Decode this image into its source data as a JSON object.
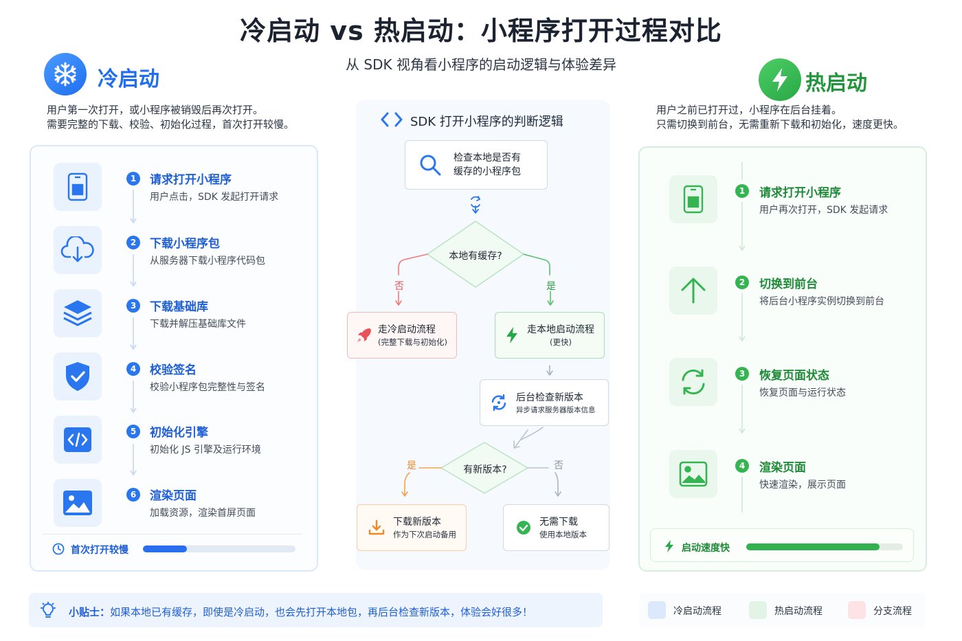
{
  "title": "冷启动 vs 热启动：小程序打开过程对比",
  "subtitle": "从 SDK 视角看小程序的启动逻辑与体验差异",
  "cold": {
    "title": "冷启动",
    "desc_line1": "用户第一次打开，或小程序被销毁后再次打开。",
    "desc_line2": "需要完整的下载、校验、初始化过程，首次打开较慢。",
    "steps": [
      {
        "num": "1",
        "title": "请求打开小程序",
        "desc": "用户点击，SDK 发起打开请求",
        "icon": "phone-icon"
      },
      {
        "num": "2",
        "title": "下载小程序包",
        "desc": "从服务器下载小程序代码包",
        "icon": "cloud-download-icon"
      },
      {
        "num": "3",
        "title": "下载基础库",
        "desc": "下载并解压基础库文件",
        "icon": "layers-icon"
      },
      {
        "num": "4",
        "title": "校验签名",
        "desc": "校验小程序包完整性与签名",
        "icon": "shield-check-icon"
      },
      {
        "num": "5",
        "title": "初始化引擎",
        "desc": "初始化 JS 引擎及运行环境",
        "icon": "code-icon"
      },
      {
        "num": "6",
        "title": "渲染页面",
        "desc": "加载资源，渲染首屏页面",
        "icon": "image-icon"
      }
    ],
    "footer_label": "首次打开较慢",
    "footer_progress": 0.29,
    "color": "#1f6ef0"
  },
  "hot": {
    "title": "热启动",
    "desc_line1": "用户之前已打开过，小程序在后台挂着。",
    "desc_line2": "只需切换到前台，无需重新下载和初始化，速度更快。",
    "steps": [
      {
        "num": "1",
        "title": "请求打开小程序",
        "desc": "用户再次打开，SDK 发起请求",
        "icon": "phone-icon"
      },
      {
        "num": "2",
        "title": "切换到前台",
        "desc": "将后台小程序实例切换到前台",
        "icon": "arrow-up-icon"
      },
      {
        "num": "3",
        "title": "恢复页面状态",
        "desc": "恢复页面与运行状态",
        "icon": "refresh-icon"
      },
      {
        "num": "4",
        "title": "渲染页面",
        "desc": "快速渲染，展示页面",
        "icon": "image-icon"
      }
    ],
    "footer_label": "启动速度快",
    "footer_progress": 0.85,
    "color": "#27a846"
  },
  "flow": {
    "title": "SDK 打开小程序的判断逻辑",
    "check_line1": "检查本地是否有",
    "check_line2": "缓存的小程序包",
    "decision1": "本地有缓存?",
    "no": "否",
    "yes": "是",
    "cold_line1": "走冷启动流程",
    "cold_line2": "(完整下载与初始化)",
    "hot_line1": "走本地启动流程",
    "hot_line2": "(更快)",
    "bg_check_line1": "后台检查新版本",
    "bg_check_line2": "异步请求服务器版本信息",
    "decision2": "有新版本?",
    "download_line1": "下载新版本",
    "download_line2": "作为下次启动备用",
    "nodl_line1": "无需下载",
    "nodl_line2": "使用本地版本"
  },
  "tip": {
    "label": "小贴士：",
    "text": "如果本地已有缓存，即使是冷启动，也会先打开本地包，再后台检查新版本，体验会好很多！"
  },
  "legend": [
    {
      "label": "冷启动流程",
      "color": "#dce9fd"
    },
    {
      "label": "热启动流程",
      "color": "#e1f4e5"
    },
    {
      "label": "分支流程",
      "color": "#fde3e3"
    }
  ]
}
